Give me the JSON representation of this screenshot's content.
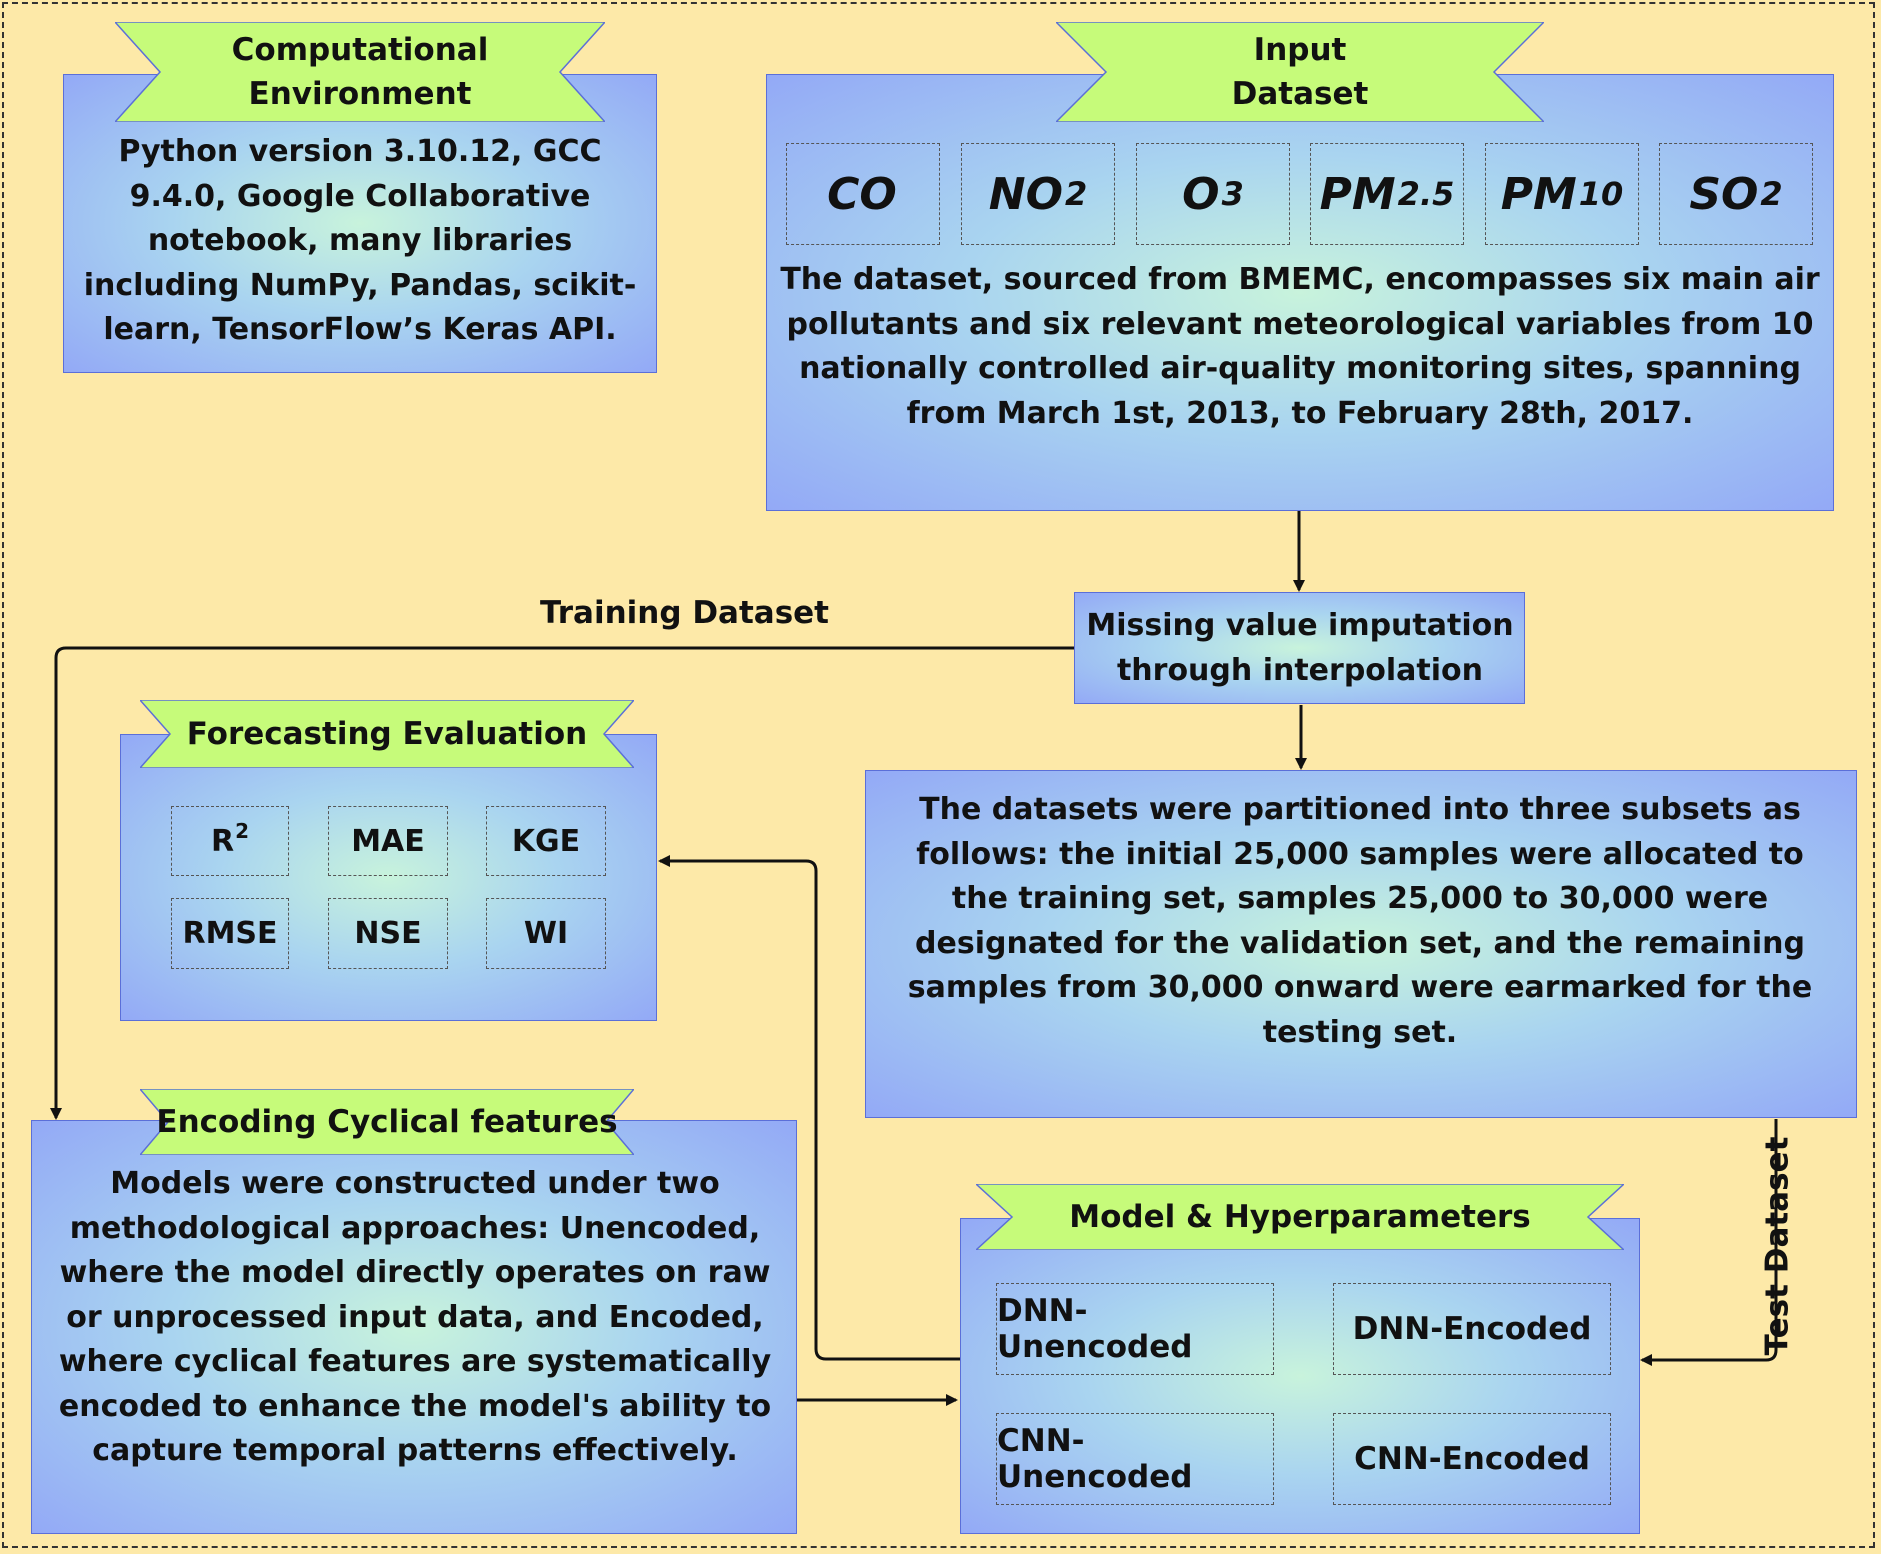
{
  "computational_environment": {
    "title": "Computational Environment",
    "description": "Python version 3.10.12, GCC 9.4.0, Google Collaborative notebook, many libraries including NumPy, Pandas, scikit-learn, TensorFlow’s Keras API."
  },
  "input_dataset": {
    "title": "Input Dataset",
    "pollutants": [
      {
        "base": "CO",
        "sub": ""
      },
      {
        "base": "NO",
        "sub": "2"
      },
      {
        "base": "O",
        "sub": "3"
      },
      {
        "base": "PM",
        "sub": "2.5"
      },
      {
        "base": "PM",
        "sub": "10"
      },
      {
        "base": "SO",
        "sub": "2"
      }
    ],
    "description": "The dataset, sourced from BMEMC, encompasses six main air pollutants and six relevant meteorological variables from 10 nationally controlled air-quality monitoring sites, spanning from March 1st, 2013, to February 28th, 2017."
  },
  "imputation": {
    "label": "Missing value imputation through interpolation"
  },
  "partition": {
    "description": "The datasets were partitioned into three subsets as follows: the initial 25,000 samples were allocated to the training set, samples 25,000 to 30,000 were designated for the validation set, and the remaining samples from 30,000 onward were earmarked for the testing set."
  },
  "edge_labels": {
    "training": "Training Dataset",
    "test": "Test Dataset"
  },
  "forecasting_evaluation": {
    "title": "Forecasting Evaluation",
    "metrics": [
      "R",
      "MAE",
      "KGE",
      "RMSE",
      "NSE",
      "WI"
    ],
    "r2_superscript": "2"
  },
  "encoding": {
    "title": "Encoding Cyclical features",
    "description": "Models were constructed under two methodological approaches: Unencoded, where the model directly operates on raw or unprocessed input data, and Encoded, where cyclical features are systematically encoded to enhance the model's ability to capture temporal patterns effectively."
  },
  "models": {
    "title": "Model & Hyperparameters",
    "items": [
      "DNN-Unencoded",
      "DNN-Encoded",
      "CNN-Unencoded",
      "CNN-Encoded"
    ]
  },
  "colors": {
    "background": "#fde9a8",
    "banner": "#c6fb7a",
    "box_border": "#5b6fd8"
  }
}
